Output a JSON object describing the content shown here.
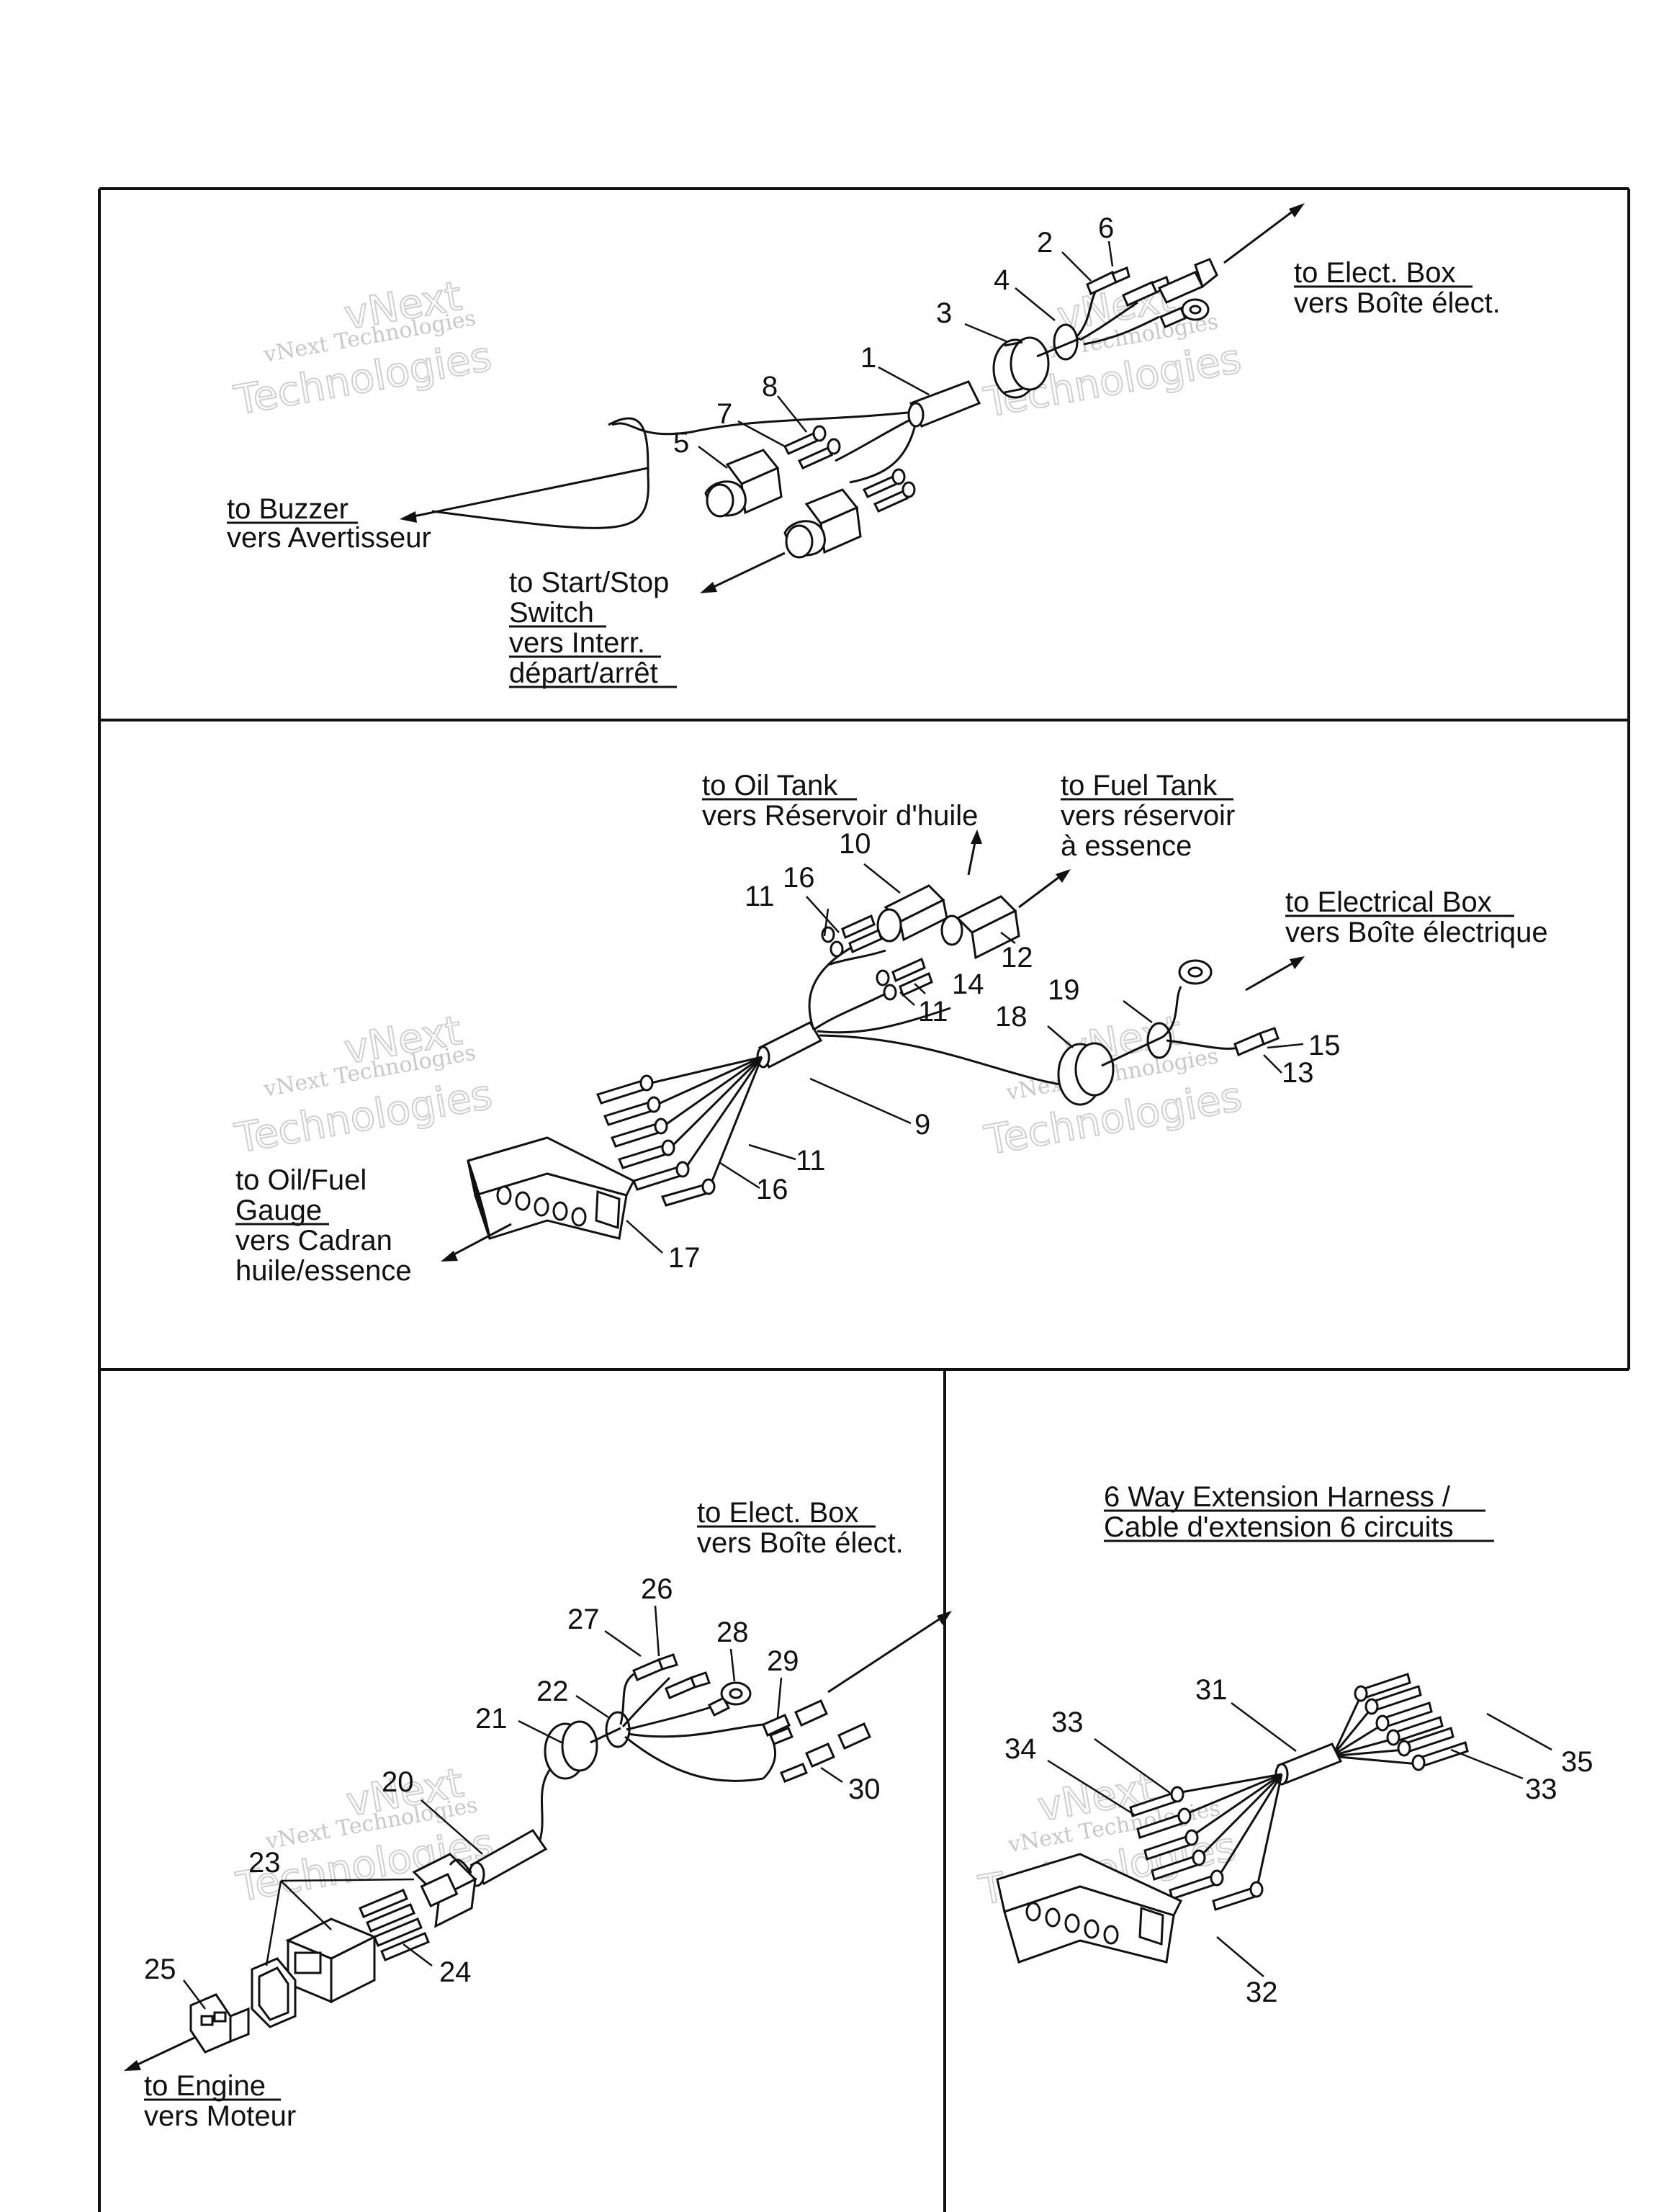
{
  "panels": {
    "top": {
      "labels": {
        "elect_box_en": "to Elect. Box",
        "elect_box_fr": "vers Boîte élect.",
        "buzzer_en": "to Buzzer",
        "buzzer_fr": "vers Avertisseur",
        "switch_1": "to Start/Stop",
        "switch_2": "Switch",
        "switch_3": "vers Interr.",
        "switch_4": "départ/arrêt"
      },
      "callouts": [
        "1",
        "2",
        "3",
        "4",
        "5",
        "6",
        "7",
        "8"
      ]
    },
    "middle": {
      "labels": {
        "oil_tank_en": "to Oil Tank",
        "oil_tank_fr": "vers Réservoir d'huile",
        "fuel_tank_en": "to Fuel Tank",
        "fuel_tank_fr1": "vers réservoir",
        "fuel_tank_fr2": "à essence",
        "elec_box_en": "to Electrical Box",
        "elec_box_fr": "vers Boîte électrique",
        "gauge_1": "to Oil/Fuel",
        "gauge_2": "Gauge",
        "gauge_3": "vers Cadran",
        "gauge_4": "huile/essence"
      },
      "callouts": [
        "9",
        "10",
        "11",
        "11",
        "11",
        "12",
        "13",
        "14",
        "15",
        "16",
        "16",
        "17",
        "18",
        "19"
      ]
    },
    "bottom_left": {
      "labels": {
        "elect_box_en": "to Elect. Box",
        "elect_box_fr": "vers Boîte élect.",
        "engine_en": "to Engine",
        "engine_fr": "vers Moteur"
      },
      "callouts": [
        "20",
        "21",
        "22",
        "23",
        "24",
        "25",
        "26",
        "27",
        "28",
        "29",
        "30"
      ]
    },
    "bottom_right": {
      "labels": {
        "title_en": "6 Way Extension Harness /",
        "title_fr": "Cable d'extension 6 circuits"
      },
      "callouts": [
        "31",
        "32",
        "33",
        "33",
        "34",
        "35"
      ]
    }
  },
  "watermark": {
    "line1": "vNext Technologies",
    "line2": "vNext",
    "line3": "Technologies"
  }
}
